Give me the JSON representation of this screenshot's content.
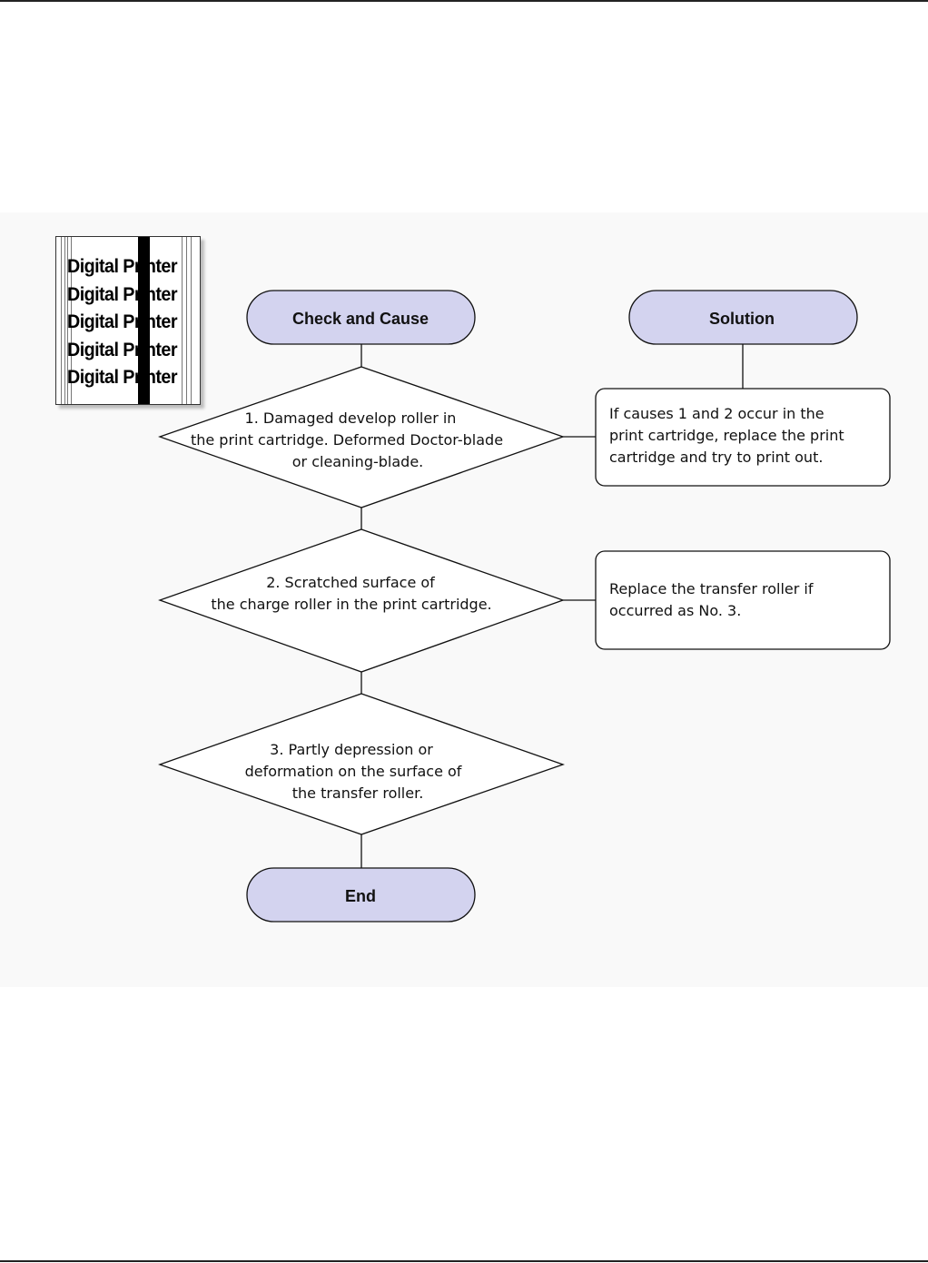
{
  "sample_print": {
    "lines": [
      "Digital Printer",
      "Digital Printer",
      "Digital Printer",
      "Digital Printer",
      "Digital Printer"
    ]
  },
  "flowchart": {
    "check_header": "Check and Cause",
    "solution_header": "Solution",
    "causes": [
      {
        "lines": [
          "1. Damaged develop roller in",
          "the print cartridge. Deformed Doctor-blade",
          "or cleaning-blade."
        ]
      },
      {
        "lines": [
          "2. Scratched surface of",
          "the charge roller in the print cartridge."
        ]
      },
      {
        "lines": [
          "3. Partly depression or",
          "deformation on the surface of",
          "the transfer roller."
        ]
      }
    ],
    "solutions": [
      {
        "lines": [
          "If causes 1 and 2 occur in the",
          "print cartridge, replace the print",
          "cartridge and try to print out."
        ]
      },
      {
        "lines": [
          "Replace the transfer roller if",
          "occurred as No. 3."
        ]
      }
    ],
    "end_label": "End",
    "colors": {
      "pill_fill": "#d3d3ef",
      "stroke": "#111111"
    }
  }
}
